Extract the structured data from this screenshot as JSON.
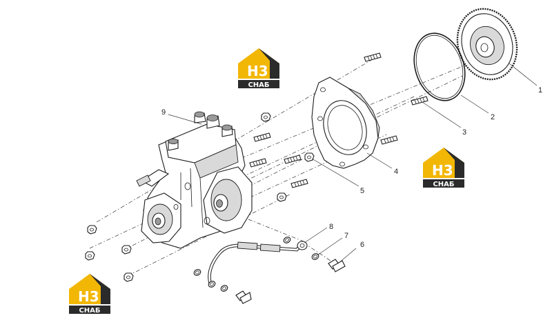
{
  "callouts": [
    "1",
    "2",
    "3",
    "4",
    "5",
    "6",
    "7",
    "8",
    "9"
  ],
  "logo": {
    "mark": "Н3",
    "caption": "СНАБ",
    "colors": {
      "yellow": "#F2B705",
      "dark": "#2B2B2B",
      "white": "#FFFFFF"
    }
  }
}
